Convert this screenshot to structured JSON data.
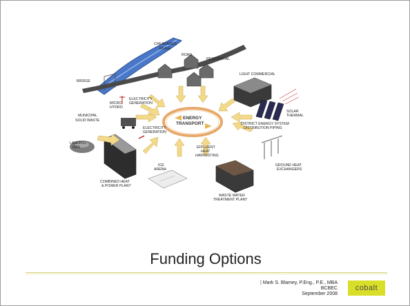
{
  "slide": {
    "title": "Funding Options",
    "author": {
      "line1": "Mark S. Blamey, P.Eng., P.E., MBA",
      "line2": "BCBEC",
      "line3": "September 2008"
    },
    "logo_text": "cobalt",
    "colors": {
      "accent": "#d9df28",
      "ring": "#e7a86a",
      "arrow": "#f3d98a",
      "river": "#4a78c8"
    }
  },
  "diagram": {
    "hub_line1": "ENERGY",
    "hub_line2": "TRANSPORT",
    "labels": {
      "river_1": "CHEAKAMUS",
      "river_2": "RIVER",
      "road": "ROAD",
      "bridge": "BRIDGE",
      "residential": "RESIDENTIAL",
      "light_commercial": "LIGHT COMMERCIAL",
      "micro_1": "MICRO",
      "micro_2": "HYDRO",
      "elec_gen_top_1": "ELECTRICITY",
      "elec_gen_top_2": "GENERATION",
      "municipal_1": "MUNICIPAL",
      "municipal_2": "SOLID WASTE",
      "elec_gen_mid_1": "ELECTRICITY",
      "elec_gen_mid_2": "GENERATION",
      "solar_1": "SOLAR",
      "solar_2": "THERMAL",
      "district_1": "DISTRICT ENERGY SYSTEM",
      "district_2": "DISTRIBUTION PIPING",
      "landfill_1": "LANDFILL",
      "landfill_2": "GAS",
      "effluent_1": "EFFLUENT",
      "effluent_2": "HEAT",
      "effluent_3": "HARVESTING",
      "ice_1": "ICE",
      "ice_2": "ARENA",
      "ground_1": "GROUND HEAT",
      "ground_2": "EXCHANGERS",
      "chp_1": "COMBINED HEAT",
      "chp_2": "& POWER PLANT",
      "waste_1": "WASTE WATER",
      "waste_2": "TREATMENT PLANT"
    }
  }
}
